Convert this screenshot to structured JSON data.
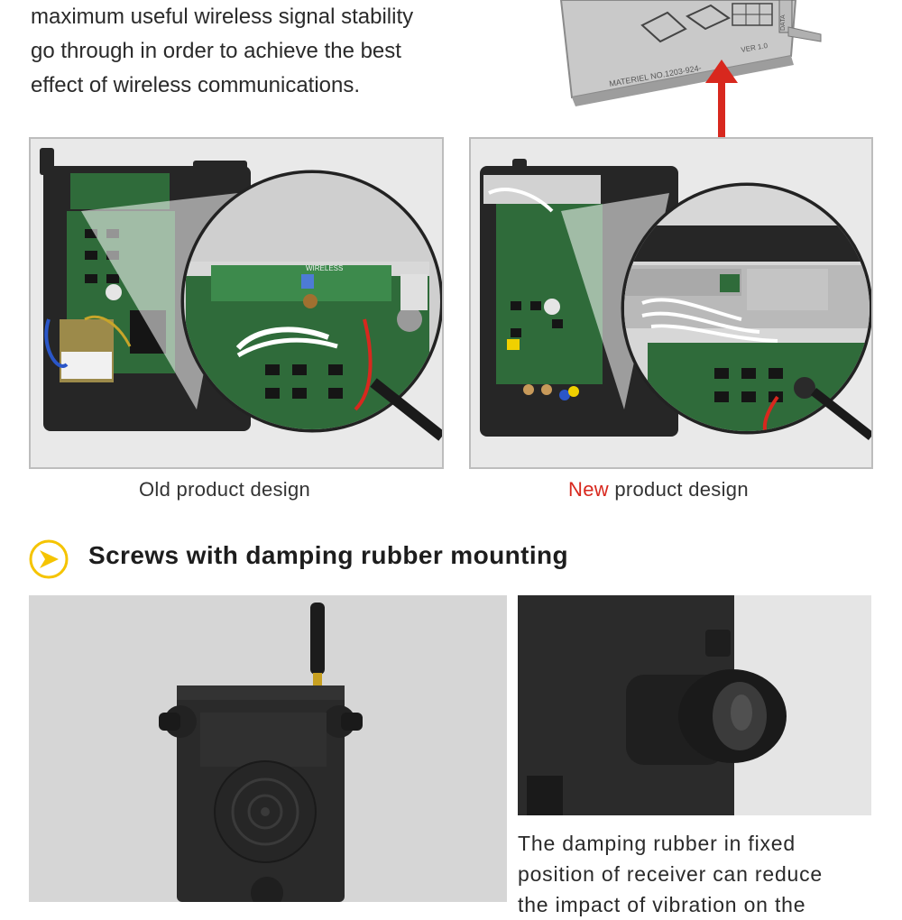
{
  "intro": {
    "lines": [
      "maximum useful wireless signal stability",
      "go through in order to achieve the best",
      "effect of wireless communications."
    ]
  },
  "top_photo": {
    "label_material": "MATERIEL NO.1203-924-",
    "label_version": "VER 1.0",
    "label_side": "DATA"
  },
  "old_photo": {
    "board_label": "WIRELESS"
  },
  "captions": {
    "old": "Old product design",
    "new_accent": "New",
    "new_rest": " product design"
  },
  "section": {
    "heading": "Screws with damping rubber mounting",
    "description_lines": [
      "The damping rubber in fixed",
      "position of receiver can reduce",
      "the impact of vibration on the"
    ]
  },
  "colors": {
    "accent_red": "#d8281e",
    "bullet_yellow": "#f5c400",
    "pcb_green": "#2f6b3a",
    "housing_dark": "#262626"
  },
  "icons": {
    "bullet": "chevron-right-icon",
    "arrow": "arrow-up-icon"
  }
}
